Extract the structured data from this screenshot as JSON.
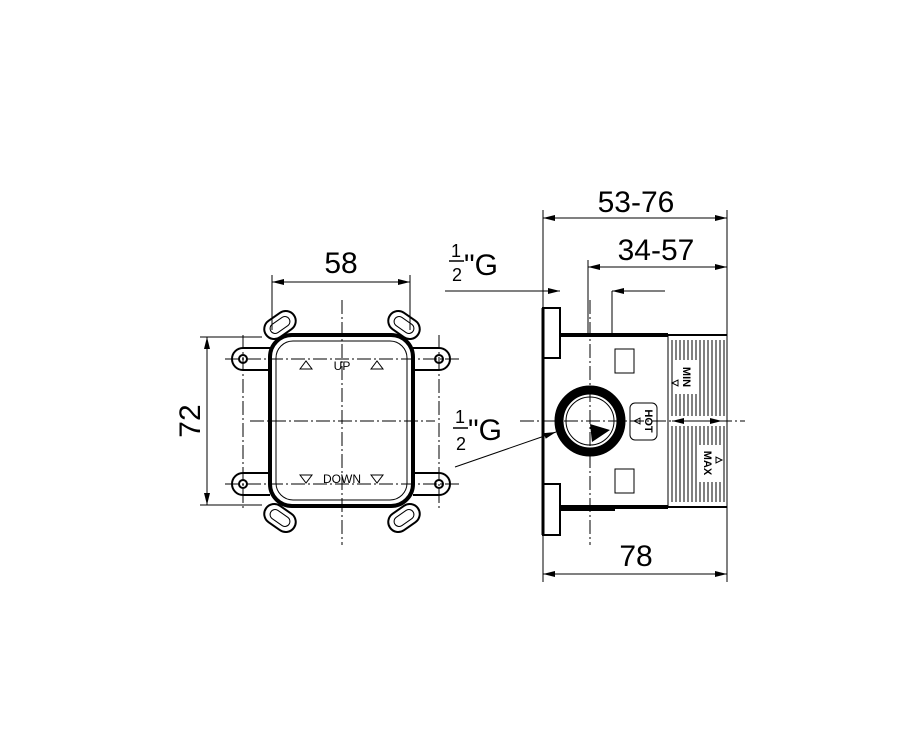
{
  "dimensions": {
    "width_front": "58",
    "height_front": "72",
    "depth_range_total": "53-76",
    "depth_range_inner": "34-57",
    "depth_body": "78"
  },
  "thread_labels": {
    "top": {
      "fraction_num": "1",
      "fraction_den": "2",
      "suffix": "\"G"
    },
    "side": {
      "fraction_num": "1",
      "fraction_den": "2",
      "suffix": "\"G"
    }
  },
  "markings": {
    "up": "UP",
    "down": "DOWN",
    "hot": "HOT",
    "min": "MIN",
    "max": "MAX"
  }
}
